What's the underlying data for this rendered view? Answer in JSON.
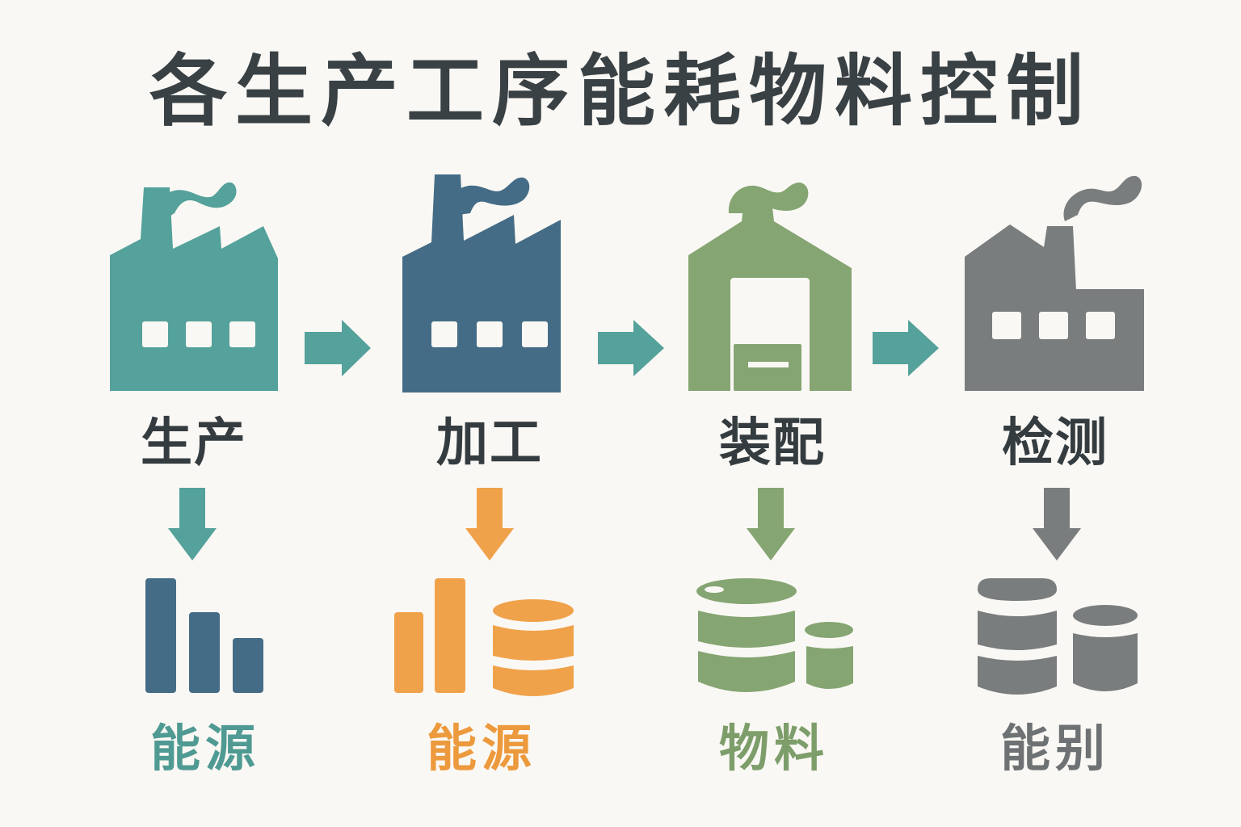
{
  "title": "各生产工序能耗物料控制",
  "colors": {
    "background": "#faf8f4",
    "title_text": "#394145",
    "teal": "#55a19b",
    "navy": "#456c86",
    "green": "#85a572",
    "gray": "#7a7d7e",
    "orange": "#f0a24b",
    "flow_arrow": "#55a19b"
  },
  "stages": [
    {
      "label": "生产",
      "icon": "factory-icon",
      "color": "#55a19b",
      "output_label": "能源",
      "output_color": "#4f9a93",
      "output_icon": "bar-chart-icon",
      "arrow_color": "#55a19b"
    },
    {
      "label": "加工",
      "icon": "factory-icon",
      "color": "#456c86",
      "output_label": "能源",
      "output_color": "#ec9a3d",
      "output_icon": "bars-and-barrel-icon",
      "arrow_color": "#f0a24b"
    },
    {
      "label": "装配",
      "icon": "warehouse-icon",
      "color": "#85a572",
      "output_label": "物料",
      "output_color": "#7d9e6a",
      "output_icon": "barrels-icon",
      "arrow_color": "#85a572"
    },
    {
      "label": "检测",
      "icon": "factory-icon",
      "color": "#7a7d7e",
      "output_label": "能别",
      "output_color": "#6f7274",
      "output_icon": "barrels-icon",
      "arrow_color": "#7a7d7e"
    }
  ]
}
